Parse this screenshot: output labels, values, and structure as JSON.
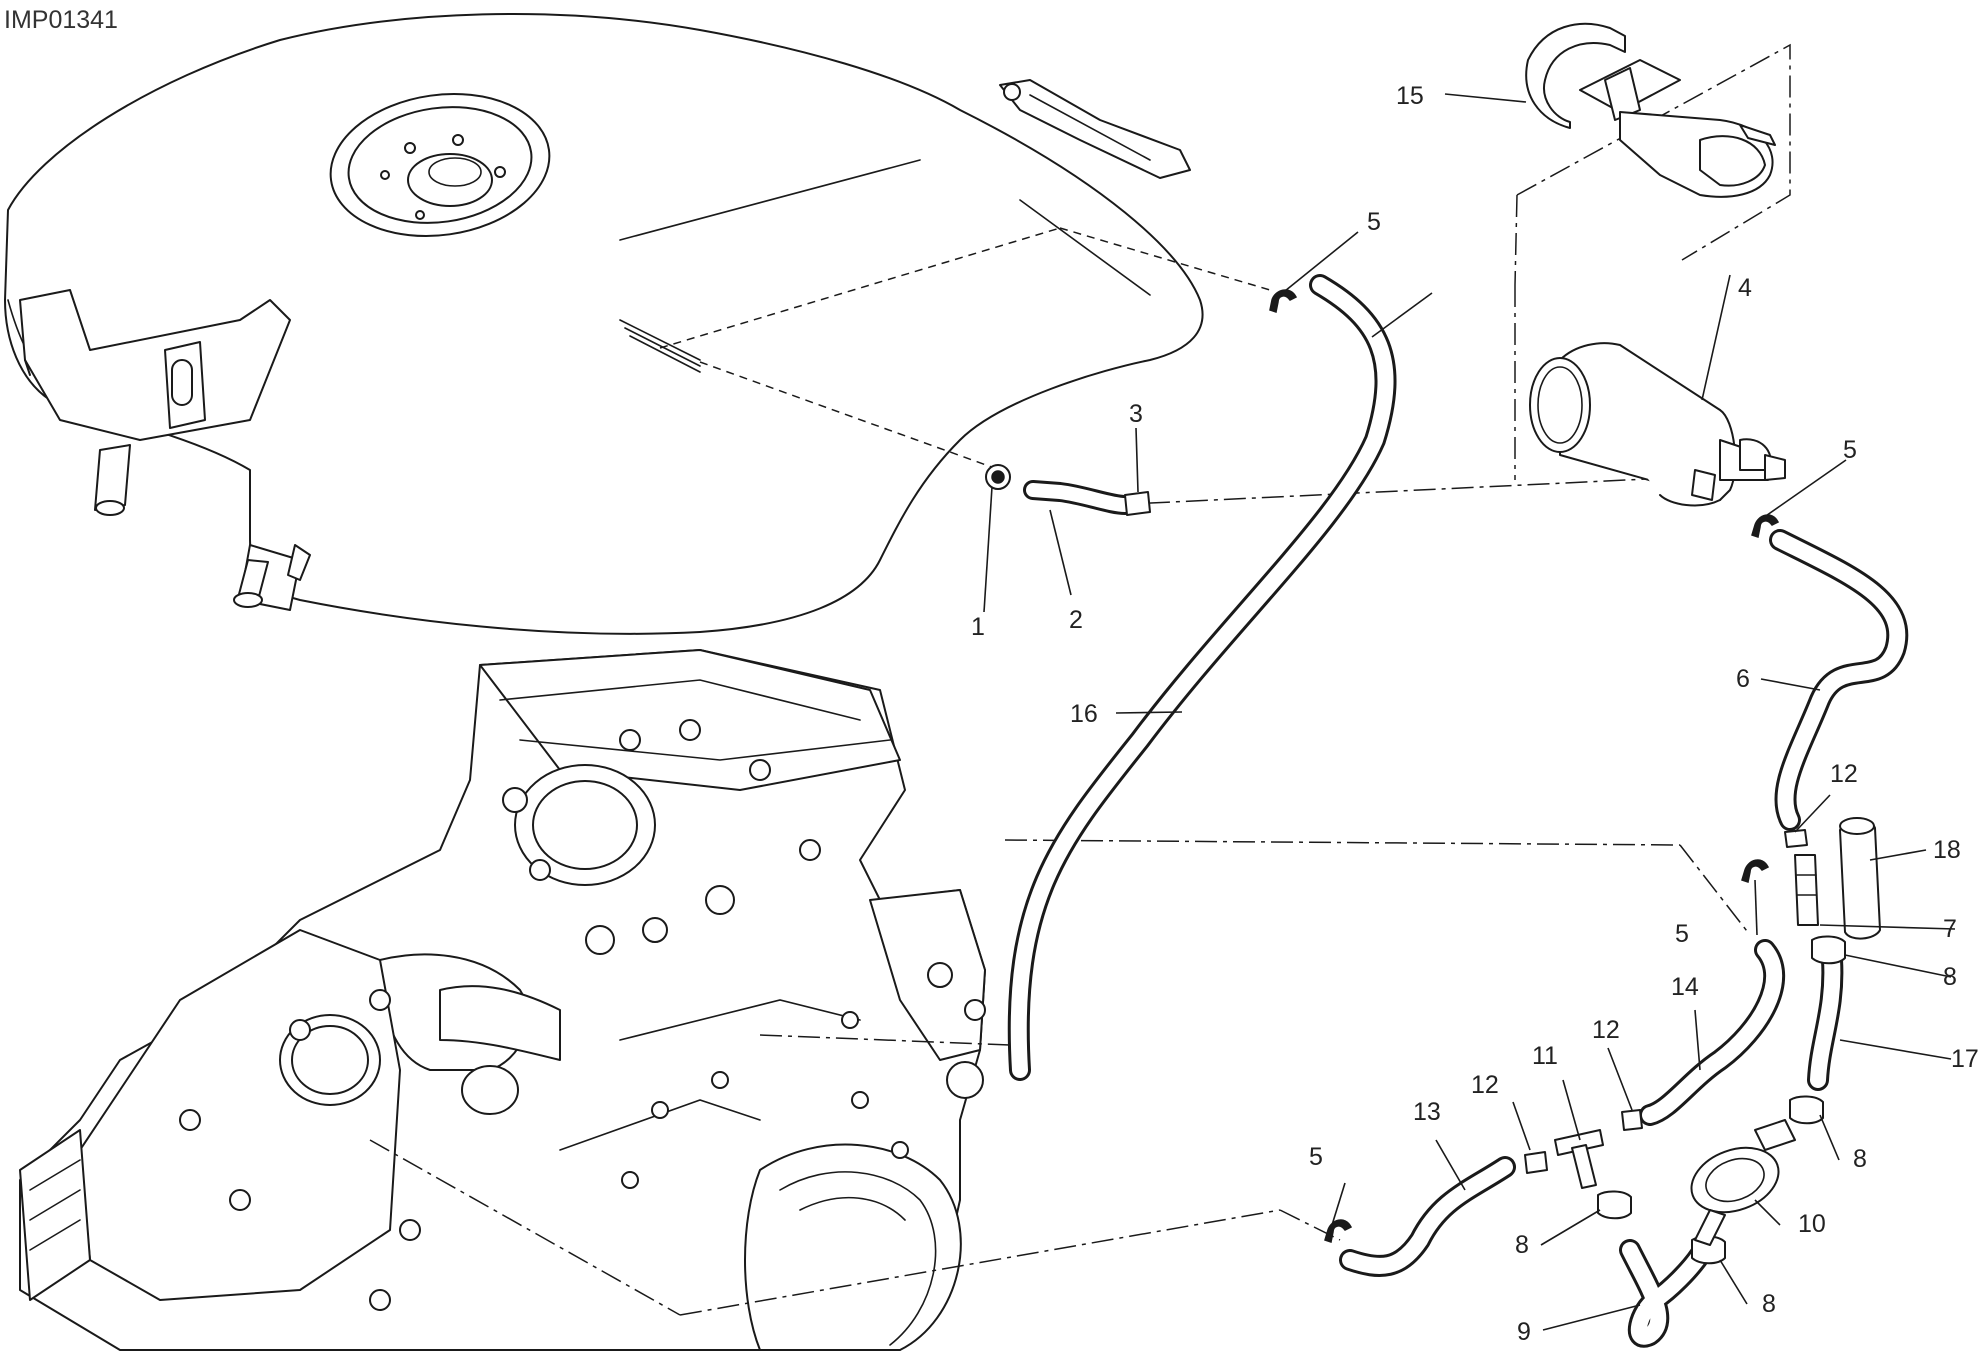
{
  "drawing_code": "IMP01341",
  "callouts": [
    {
      "id": "c1",
      "label": "1"
    },
    {
      "id": "c2",
      "label": "2"
    },
    {
      "id": "c3",
      "label": "3"
    },
    {
      "id": "c4",
      "label": "4"
    },
    {
      "id": "c5a",
      "label": "5"
    },
    {
      "id": "c5b",
      "label": "5"
    },
    {
      "id": "c5c",
      "label": "5"
    },
    {
      "id": "c5d",
      "label": "5"
    },
    {
      "id": "c6",
      "label": "6"
    },
    {
      "id": "c7",
      "label": "7"
    },
    {
      "id": "c8a",
      "label": "8"
    },
    {
      "id": "c8b",
      "label": "8"
    },
    {
      "id": "c8c",
      "label": "8"
    },
    {
      "id": "c8d",
      "label": "8"
    },
    {
      "id": "c9",
      "label": "9"
    },
    {
      "id": "c10",
      "label": "10"
    },
    {
      "id": "c11",
      "label": "11"
    },
    {
      "id": "c12a",
      "label": "12"
    },
    {
      "id": "c12b",
      "label": "12"
    },
    {
      "id": "c12c",
      "label": "12"
    },
    {
      "id": "c13",
      "label": "13"
    },
    {
      "id": "c14",
      "label": "14"
    },
    {
      "id": "c15",
      "label": "15"
    },
    {
      "id": "c16",
      "label": "16"
    },
    {
      "id": "c17",
      "label": "17"
    },
    {
      "id": "c18",
      "label": "18"
    }
  ]
}
